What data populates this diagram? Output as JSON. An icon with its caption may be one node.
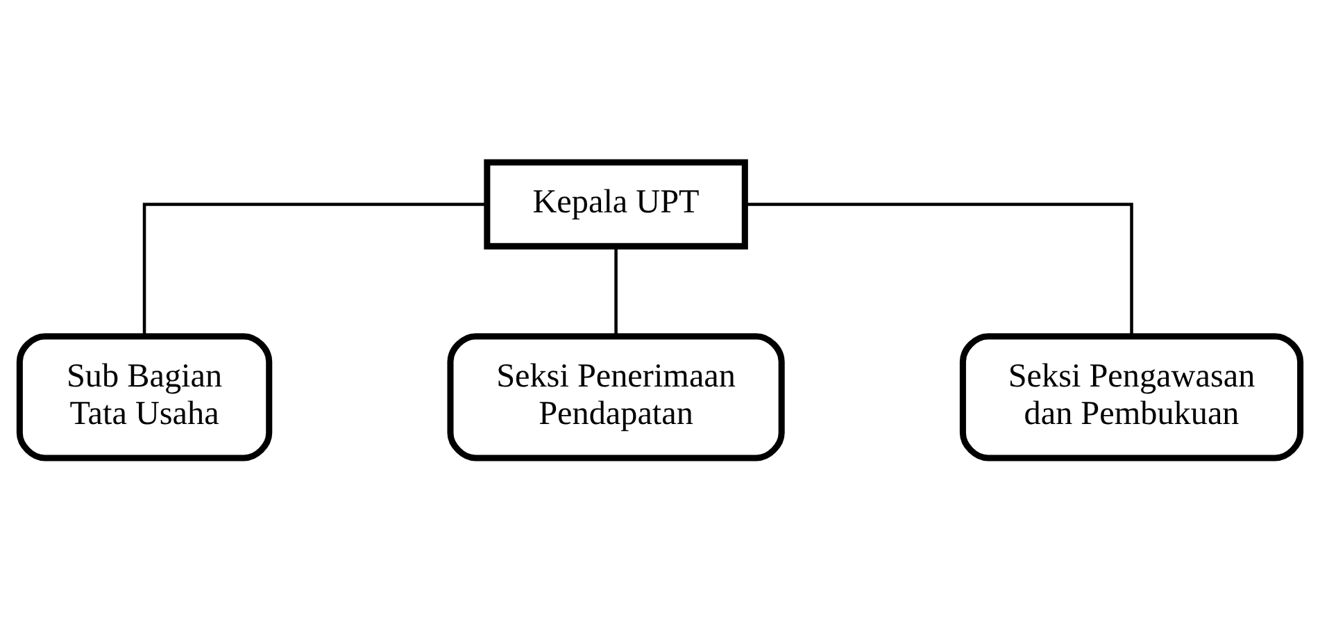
{
  "diagram": {
    "nodes": [
      {
        "text": [
          "Kepala UPT"
        ]
      },
      {
        "text": [
          "Sub Bagian Tata Usaha"
        ]
      },
      {
        "text": [
          "Seksi Penerimaan Pendapatan"
        ]
      },
      {
        "text": [
          "Seksi Pengawasan dan Pembukuan"
        ]
      }
    ],
    "edges": [
      {
        "from": 0,
        "to": 1,
        "arrow": "none"
      },
      {
        "from": 0,
        "to": 2,
        "arrow": "none"
      },
      {
        "from": 0,
        "to": 3,
        "arrow": "none"
      }
    ]
  }
}
